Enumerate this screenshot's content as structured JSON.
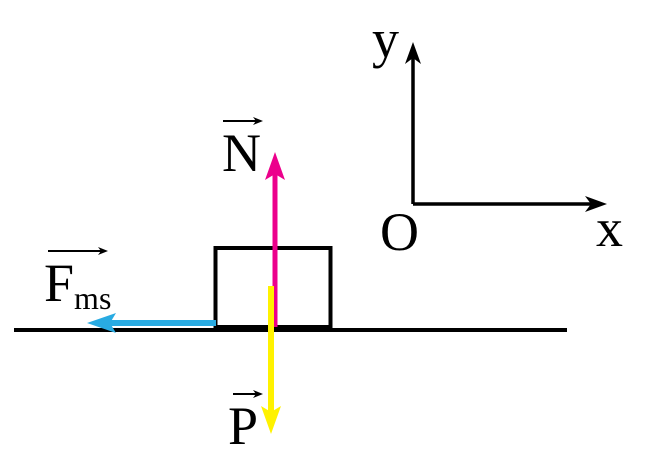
{
  "labels": {
    "normal_force": "N",
    "weight": "P",
    "friction": "F",
    "friction_subscript": "ms",
    "origin": "O",
    "x_axis": "x",
    "y_axis": "y"
  },
  "colors": {
    "normal_force": "#EC008C",
    "weight": "#FFF200",
    "friction": "#29ABE2",
    "ink": "#000000"
  },
  "arrows": [
    {
      "name": "normal-force-arrow",
      "label": "N",
      "direction": "up",
      "color": "#EC008C"
    },
    {
      "name": "weight-arrow",
      "label": "P",
      "direction": "down",
      "color": "#FFF200"
    },
    {
      "name": "friction-arrow",
      "label": "F ms",
      "direction": "left",
      "color": "#29ABE2"
    },
    {
      "name": "y-axis-arrow",
      "label": "y",
      "direction": "up",
      "color": "#000000"
    },
    {
      "name": "x-axis-arrow",
      "label": "x",
      "direction": "right",
      "color": "#000000"
    }
  ]
}
